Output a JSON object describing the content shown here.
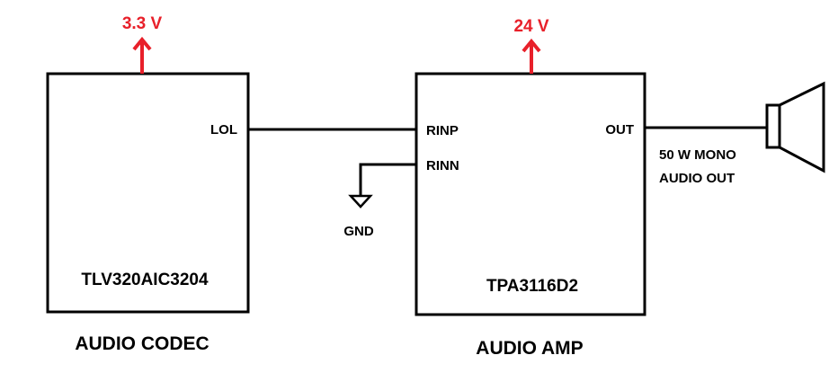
{
  "colors": {
    "power": "#e8202a",
    "line": "#000000"
  },
  "codec": {
    "supply": "3.3 V",
    "pin_out": "LOL",
    "part": "TLV320AIC3204",
    "caption": "AUDIO CODEC"
  },
  "amp": {
    "supply": "24 V",
    "pin_inp": "RINP",
    "pin_inn": "RINN",
    "pin_out": "OUT",
    "part": "TPA3116D2",
    "caption": "AUDIO AMP"
  },
  "ground": {
    "label": "GND"
  },
  "speaker": {
    "line1": "50 W MONO",
    "line2": "AUDIO OUT",
    "icon": "speaker-icon"
  }
}
